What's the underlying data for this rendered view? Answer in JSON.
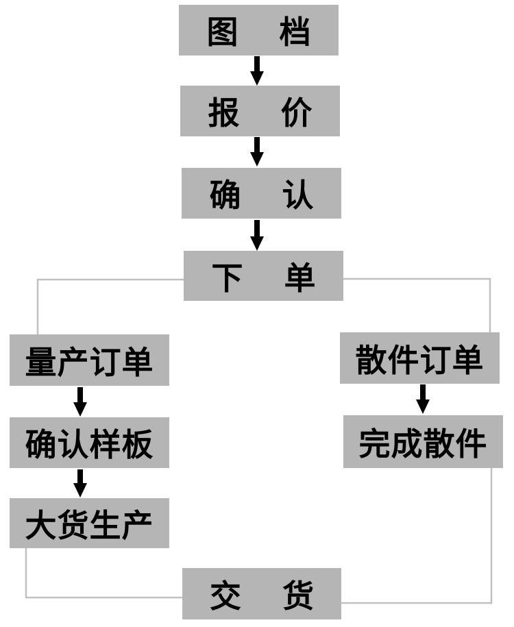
{
  "nodes": {
    "drawing": "图 档",
    "quote": "报 价",
    "confirm": "确 认",
    "order": "下 单",
    "mass_order": "量产订单",
    "confirm_sample": "确认样板",
    "mass_production": "大货生产",
    "bulk_order": "散件订单",
    "finish_bulk": "完成散件",
    "delivery": "交 货"
  },
  "colors": {
    "box_fill": "#b5b5b5",
    "connector": "#c0c0c0",
    "arrow": "#000000"
  }
}
